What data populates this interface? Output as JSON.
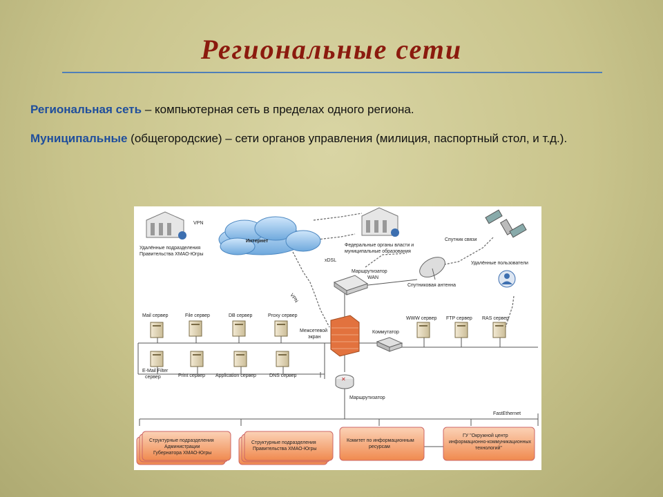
{
  "slide": {
    "title": "Региональные сети"
  },
  "paragraphs": [
    {
      "term": "Региональная сеть",
      "text": " – компьютерная сеть в пределах одного региона."
    },
    {
      "term": "Муниципальные",
      "text": " (общегородские) – сети органов управления (милиция, паспортный стол, и т.д.)."
    }
  ],
  "diagram": {
    "internet": "Интернет",
    "vpn": "VPN",
    "adsl": "xDSL",
    "remote_gov": [
      "Удалённые подразделения",
      "Правительства ХМАО-Югры"
    ],
    "federal": [
      "Федеральные органы власти и",
      "муниципальные образования"
    ],
    "satellite": "Спутник связи",
    "router_wan": [
      "Маршрутизатор",
      "WAN"
    ],
    "sat_antenna": "Спутниковая антенна",
    "remote_users": "Удалённые пользователи",
    "mail": "Mail сервер",
    "file": "File сервер",
    "db": "DB сервер",
    "proxy": "Proxy сервер",
    "firewall": [
      "Межсетевой",
      "экран"
    ],
    "switch": "Коммутатор",
    "www": "WWW сервер",
    "ftp": "FTP сервер",
    "ras": "RAS сервер",
    "email_filter": [
      "E-Mail Filter",
      "сервер"
    ],
    "print": "Print сервер",
    "application": "Application сервер",
    "dns": "DNS сервер",
    "router": "Маршрутизатор",
    "fast_ethernet": "FastEthernet",
    "box1": [
      "Структурные подразделения",
      "Администрации",
      "Губернатора ХМАО-Югры"
    ],
    "box2": [
      "Структурные подразделения",
      "Правительства ХМАО-Югры"
    ],
    "box3": [
      "Комитет по информационным",
      "ресурсам"
    ],
    "box4": [
      "ГУ \"Окружной центр",
      "информационно-коммуникационных",
      "технологий\""
    ]
  }
}
